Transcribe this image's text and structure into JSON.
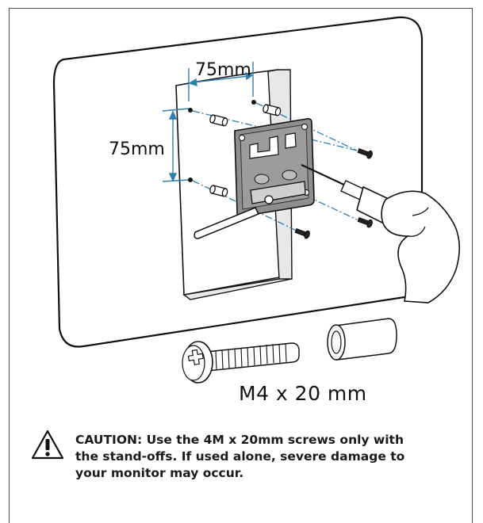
{
  "dimensions": {
    "horizontal": "75mm",
    "vertical": "75mm"
  },
  "screw_label": "M4 x 20 mm",
  "caution": {
    "lines": [
      "CAUTION: Use the 4M x 20mm screws only with",
      "the stand-offs. If used alone, severe damage to",
      "your monitor may occur."
    ]
  },
  "icons": {
    "warning": "warning-triangle-icon"
  },
  "colors": {
    "line": "#111111",
    "guide": "#2e7fae",
    "plate": "#8e8e8e",
    "panel": "#ffffff"
  }
}
